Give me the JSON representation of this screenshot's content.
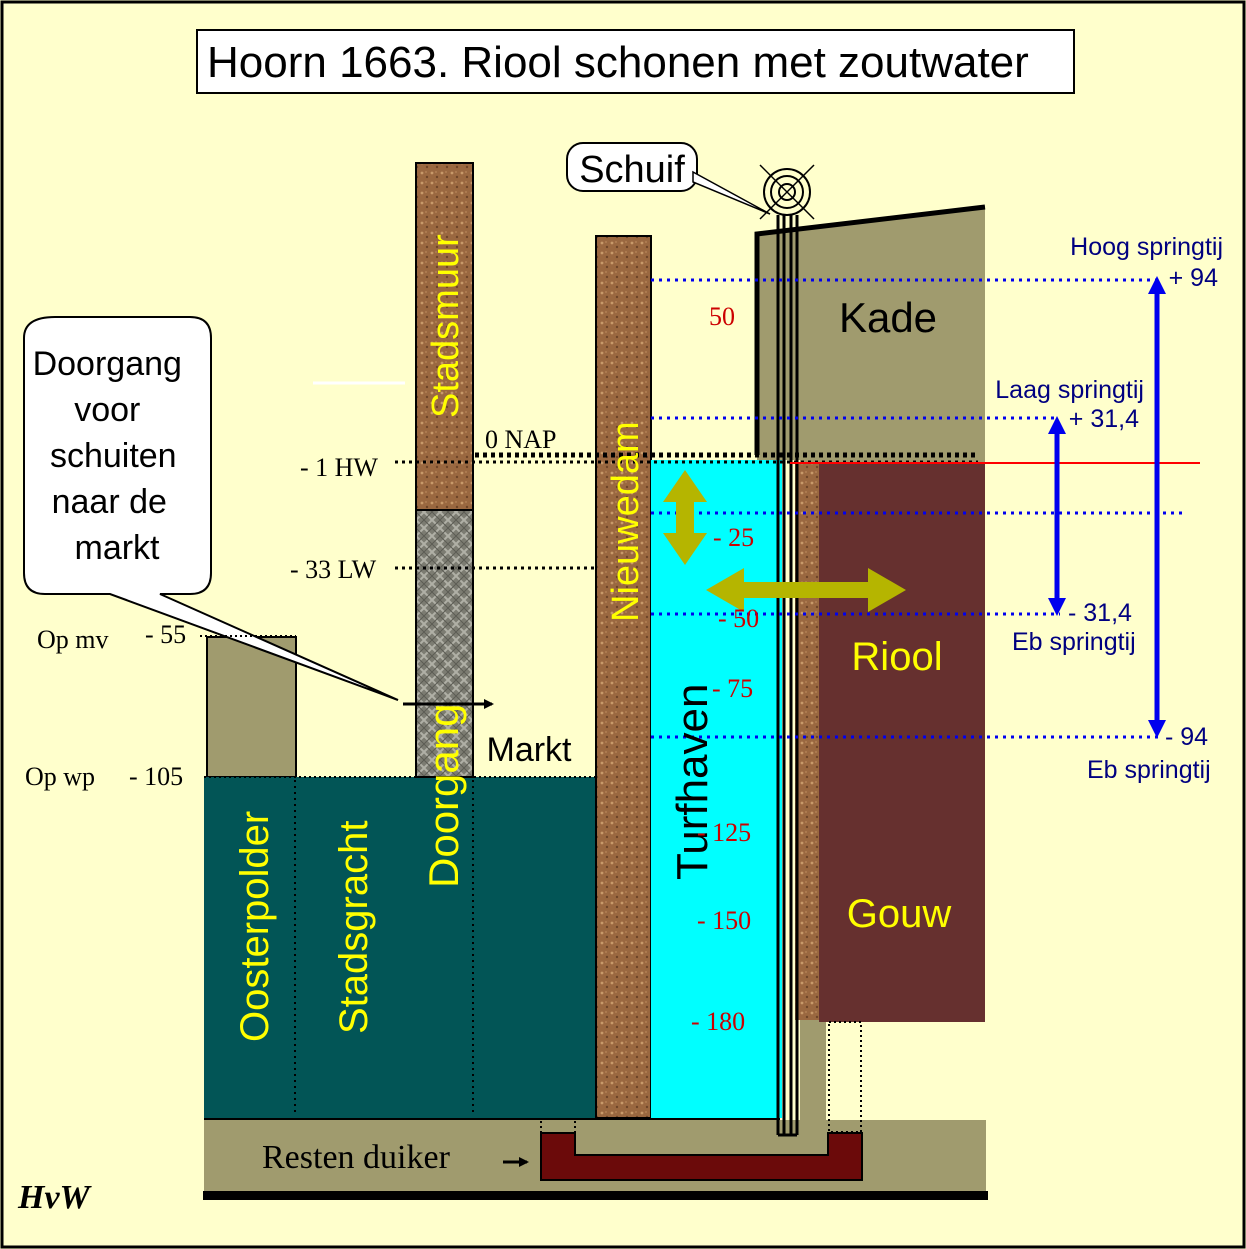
{
  "title": "Hoorn 1663. Riool schonen met zoutwater",
  "schuif_label": "Schuif",
  "callout": {
    "lines": [
      "Doorgang",
      "voor",
      "schuiten",
      "naar de",
      "markt"
    ]
  },
  "walls": {
    "stadsmuur": "Stadsmuur",
    "nieuwedam": "Nieuwedam",
    "doorgang": "Doorgang"
  },
  "areas": {
    "kade": "Kade",
    "riool": "Riool",
    "gouw": "Gouw",
    "turfhaven": "Turfhaven",
    "markt": "Markt",
    "oosterpolder": "Oosterpolder",
    "stadsgracht": "Stadsgracht"
  },
  "levels": {
    "nap": "0  NAP",
    "hw": "- 1 HW",
    "lw": "- 33 LW",
    "op_mv": "Op mv",
    "op_mv_value": "- 55",
    "op_wp": "Op wp",
    "op_wp_value": "- 105"
  },
  "depth_marks": [
    "50",
    "- 25",
    "- 50",
    "- 75",
    "- 125",
    "- 150",
    "- 180"
  ],
  "tides": {
    "hoog_label": "Hoog springtij",
    "hoog_value": "+ 94",
    "laag_label": "Laag springtij",
    "laag_value": "+ 31,4",
    "eb1_value": "- 31,4",
    "eb1_label": "Eb springtij",
    "eb2_value": "- 94",
    "eb2_label": "Eb springtij"
  },
  "duiker_label": "Resten duiker",
  "signature": "HvW",
  "colors": {
    "background": "#FFFFCC",
    "ground": "#A09B6E",
    "water_dark": "#025556",
    "water_light": "#00FFFF",
    "riool": "#66302F",
    "wall": "#9A6840",
    "label_yellow": "#FFFF00",
    "tide_blue": "#0000EE",
    "red": "#FF0000",
    "arrow_olive": "#B5B500"
  }
}
